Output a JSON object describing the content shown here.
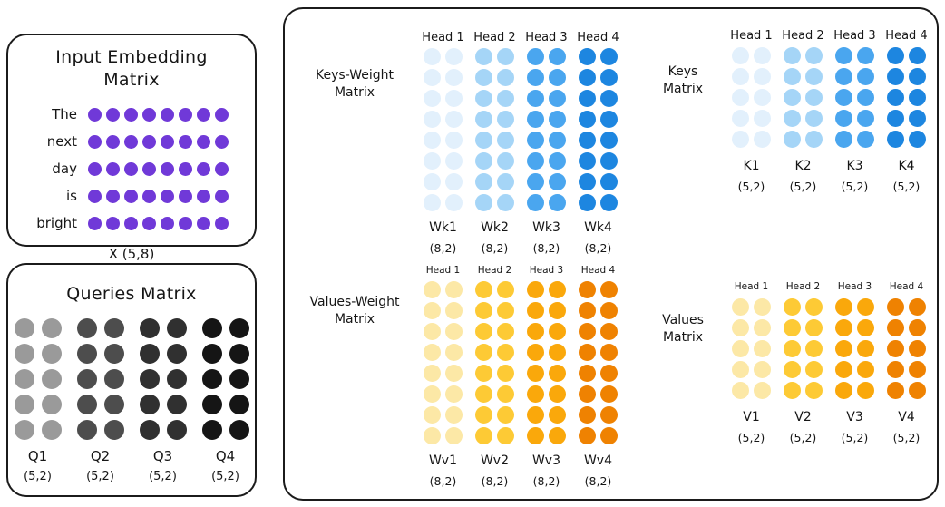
{
  "palette": {
    "purple": "#7039d8",
    "grays": [
      "#9a9a9a",
      "#4d4d4d",
      "#303030",
      "#151515"
    ],
    "blues": [
      "#e2f0fc",
      "#a5d5f7",
      "#4aa6ef",
      "#1d86e0"
    ],
    "oranges": [
      "#fce8a6",
      "#fdca35",
      "#faa80b",
      "#ef8201"
    ],
    "border": "#1b1b1b"
  },
  "input_panel": {
    "title_line1": "Input Embedding",
    "title_line2": "Matrix",
    "row_labels": [
      "The",
      "next",
      "day",
      "is",
      "bright"
    ],
    "rows": 5,
    "cols": 8,
    "caption": "X (5,8)"
  },
  "queries_panel": {
    "title": "Queries Matrix",
    "rows": 5,
    "cols": 2,
    "groups": [
      {
        "name": "Q1",
        "dim": "(5,2)"
      },
      {
        "name": "Q2",
        "dim": "(5,2)"
      },
      {
        "name": "Q3",
        "dim": "(5,2)"
      },
      {
        "name": "Q4",
        "dim": "(5,2)"
      }
    ]
  },
  "keys_weight": {
    "label_line1": "Keys-Weight",
    "label_line2": "Matrix",
    "rows": 8,
    "cols": 2,
    "heads": [
      "Head 1",
      "Head 2",
      "Head 3",
      "Head 4"
    ],
    "groups": [
      {
        "name": "Wk1",
        "dim": "(8,2)"
      },
      {
        "name": "Wk2",
        "dim": "(8,2)"
      },
      {
        "name": "Wk3",
        "dim": "(8,2)"
      },
      {
        "name": "Wk4",
        "dim": "(8,2)"
      }
    ]
  },
  "keys_matrix": {
    "label_line1": "Keys",
    "label_line2": "Matrix",
    "rows": 5,
    "cols": 2,
    "heads": [
      "Head 1",
      "Head 2",
      "Head 3",
      "Head 4"
    ],
    "groups": [
      {
        "name": "K1",
        "dim": "(5,2)"
      },
      {
        "name": "K2",
        "dim": "(5,2)"
      },
      {
        "name": "K3",
        "dim": "(5,2)"
      },
      {
        "name": "K4",
        "dim": "(5,2)"
      }
    ]
  },
  "values_weight": {
    "label_line1": "Values-Weight",
    "label_line2": "Matrix",
    "rows": 8,
    "cols": 2,
    "heads": [
      "Head 1",
      "Head 2",
      "Head 3",
      "Head 4"
    ],
    "groups": [
      {
        "name": "Wv1",
        "dim": "(8,2)"
      },
      {
        "name": "Wv2",
        "dim": "(8,2)"
      },
      {
        "name": "Wv3",
        "dim": "(8,2)"
      },
      {
        "name": "Wv4",
        "dim": "(8,2)"
      }
    ]
  },
  "values_matrix": {
    "label_line1": "Values",
    "label_line2": "Matrix",
    "rows": 5,
    "cols": 2,
    "heads": [
      "Head 1",
      "Head 2",
      "Head 3",
      "Head 4"
    ],
    "groups": [
      {
        "name": "V1",
        "dim": "(5,2)"
      },
      {
        "name": "V2",
        "dim": "(5,2)"
      },
      {
        "name": "V3",
        "dim": "(5,2)"
      },
      {
        "name": "V4",
        "dim": "(5,2)"
      }
    ]
  }
}
